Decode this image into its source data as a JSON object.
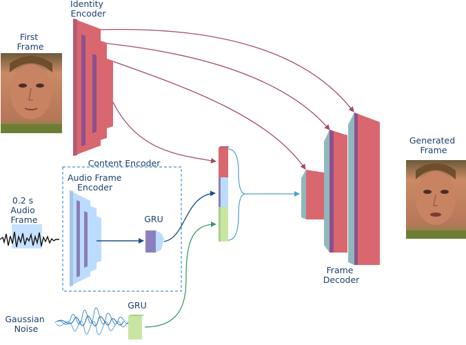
{
  "labels": {
    "identity_encoder": [
      "Identity",
      "Encoder"
    ],
    "first_frame": [
      "First",
      "Frame"
    ],
    "content_encoder": "Content Encoder",
    "audio_frame_encoder": [
      "Audio Frame",
      "Encoder"
    ],
    "gru_audio": "GRU",
    "audio_input": [
      "0.2 s",
      "Audio",
      "Frame"
    ],
    "gaussian_noise": [
      "Gaussian",
      "Noise"
    ],
    "gru_noise": "GRU",
    "frame_decoder": [
      "Frame",
      "Decoder"
    ],
    "generated_frame": [
      "Generated",
      "Frame"
    ]
  },
  "colors": {
    "identity": "#d9676f",
    "identity_side": "#8f4f8c",
    "audio": "#bcdcff",
    "audio_side": "#8a7fb6",
    "gru": "#8a80bf",
    "noise_gru": "#c8e6a2",
    "decoder_front": "#d9676f",
    "decoder_side": "#8fb8bd",
    "text": "#1a3f6b",
    "identity_arrow": "#a44866",
    "audio_arrow": "#1b4f8a",
    "noise_arrow": "#3a9a6a",
    "fusion_arrow": "#4a9fc7",
    "content_box": "#3d8fd1"
  }
}
